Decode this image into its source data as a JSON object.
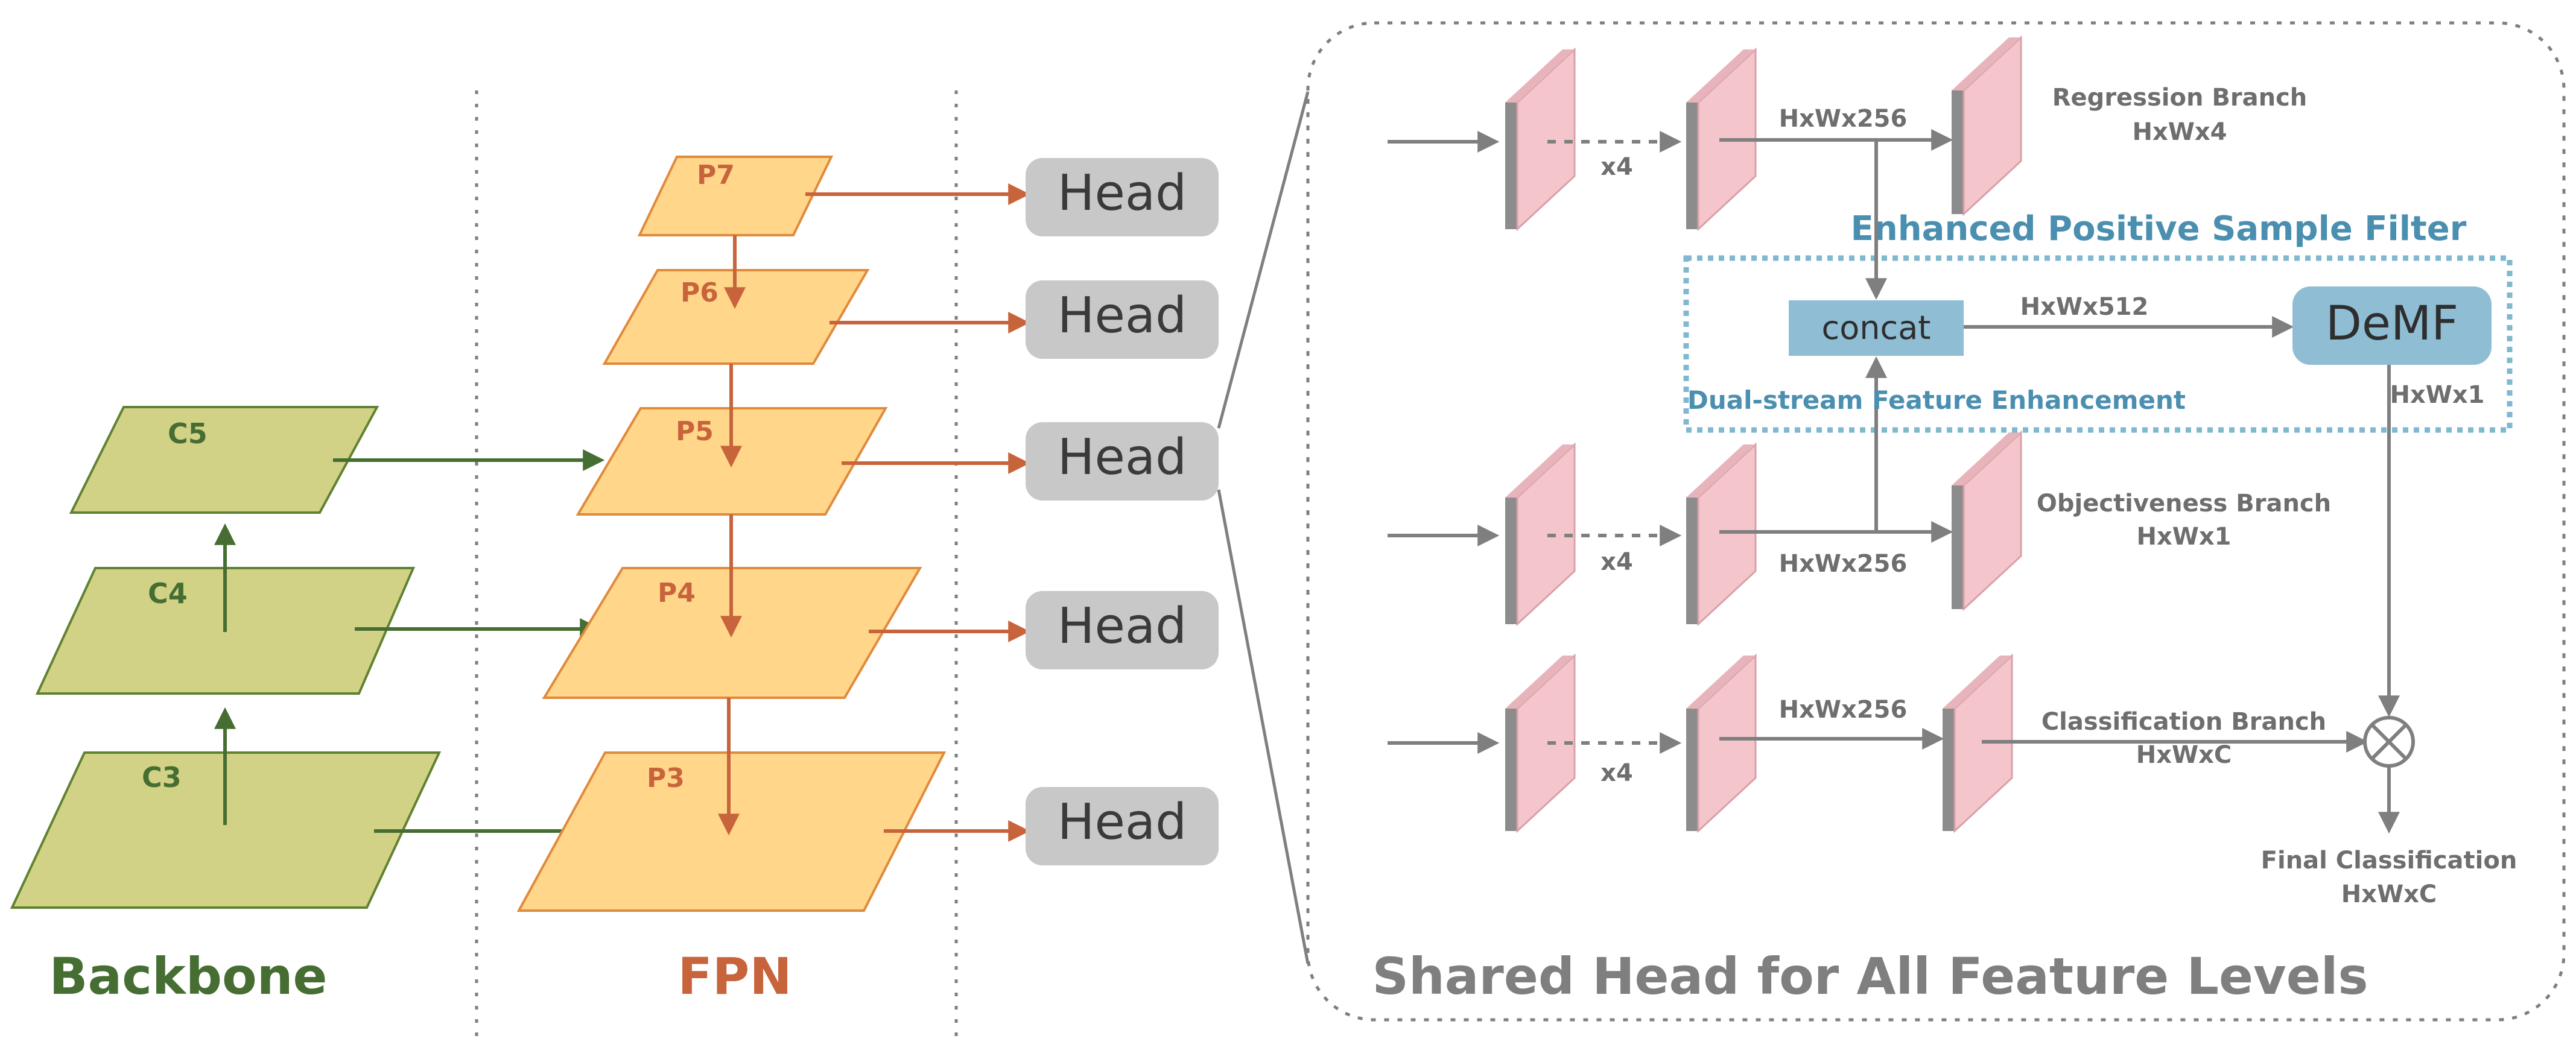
{
  "colors": {
    "backbone_fill": "#D2D287",
    "backbone_stroke": "#5F8232",
    "backbone_text": "#466E32",
    "fpn_fill": "#FFD68A",
    "fpn_stroke": "#E08A3C",
    "fpn_text": "#C8643C",
    "head_fill": "#C8C8C8",
    "head_text": "#3A3A3A",
    "feature_fill": "#F4C6CC",
    "feature_side": "#8C8C8C",
    "arrow_gray": "#7F7F7F",
    "text_gray": "#6E6E6E",
    "concat_fill": "#8FBDD4",
    "enhance_text": "#4B8FB0",
    "dashed_box": "#7FB8CF"
  },
  "backbone": {
    "title": "Backbone",
    "levels": [
      "C5",
      "C4",
      "C3"
    ]
  },
  "fpn": {
    "title": "FPN",
    "levels": [
      "P7",
      "P6",
      "P5",
      "P4",
      "P3"
    ]
  },
  "heads": {
    "label": "Head"
  },
  "shared_head": {
    "title": "Shared Head for All Feature Levels",
    "repeat_label": "x4",
    "regression": {
      "dim": "HxWx256",
      "name": "Regression Branch",
      "out": "HxWx4"
    },
    "objectiveness": {
      "dim": "HxWx256",
      "name": "Objectiveness Branch",
      "out": "HxWx1"
    },
    "classification": {
      "dim": "HxWx256",
      "name": "Classification Branch",
      "out": "HxWxC"
    },
    "filter_title": "Enhanced Positive Sample Filter",
    "concat_label": "concat",
    "concat_dim": "HxWx512",
    "demf_label": "DeMF",
    "demf_out": "HxWx1",
    "enhancement_label": "Dual-stream Feature Enhancement",
    "final_name": "Final Classification",
    "final_dim": "HxWxC"
  }
}
